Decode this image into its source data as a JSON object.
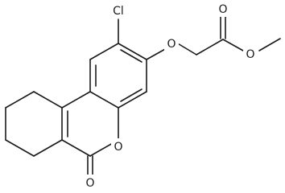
{
  "molecule": {
    "atoms": {
      "chlorine": "Cl",
      "ether_oxygen": "O",
      "ester_carbonyl_oxygen": "O",
      "ester_oxygen": "O",
      "ring_oxygen": "O",
      "lactone_carbonyl_oxygen": "O"
    }
  }
}
